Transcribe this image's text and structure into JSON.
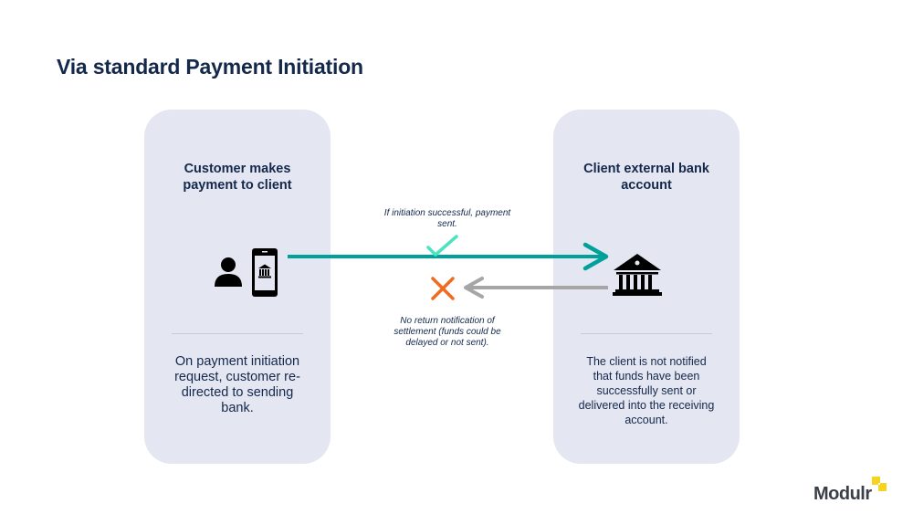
{
  "title": "Via standard Payment Initiation",
  "left_card": {
    "heading": "Customer makes payment to client",
    "icons": [
      "person-icon",
      "mobile-bank-icon"
    ],
    "description": "On payment initiation request, customer re-directed to sending bank."
  },
  "right_card": {
    "heading": "Client external bank account",
    "icons": [
      "bank-icon"
    ],
    "description": "The client is not notified that funds have been successfully sent or delivered into the receiving account."
  },
  "flow": {
    "forward": {
      "note": "If initiation successful, payment sent.",
      "status_icon": "check-icon",
      "color": "#00a19a",
      "status_color": "#4de3c0"
    },
    "return": {
      "note": "No return notification of settlement (funds could be delayed or not sent).",
      "status_icon": "cross-icon",
      "color": "#a6a6a6",
      "status_color": "#f06c1e"
    }
  },
  "brand": {
    "name": "Modulr",
    "accent": "#f5d31e"
  }
}
